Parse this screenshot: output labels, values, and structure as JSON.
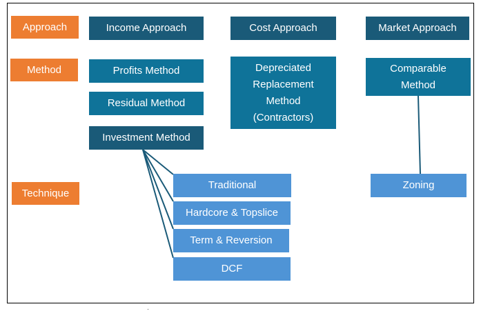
{
  "row_labels": {
    "approach": "Approach",
    "method": "Method",
    "technique": "Technique"
  },
  "approaches": {
    "income": "Income Approach",
    "cost": "Cost Approach",
    "market": "Market Approach"
  },
  "methods": {
    "profits": "Profits Method",
    "residual": "Residual Method",
    "investment": "Investment Method",
    "depreciated_replacement": "Depreciated\nReplacement\nMethod\n(Contractors)",
    "comparable": "Comparable\nMethod"
  },
  "techniques": {
    "traditional": "Traditional",
    "hardcore_topslice": "Hardcore & Topslice",
    "term_reversion": "Term & Reversion",
    "dcf": "DCF",
    "zoning": "Zoning"
  },
  "colors": {
    "label": "#ed7d31",
    "approach": "#1a5a78",
    "method": "#0f7399",
    "technique": "#4f94d6",
    "connector": "#1a5a78"
  }
}
